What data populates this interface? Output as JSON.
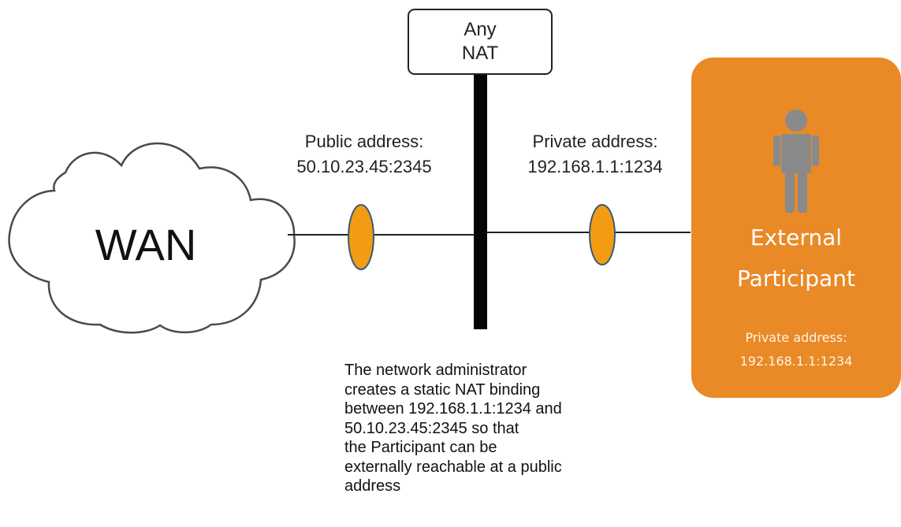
{
  "nat_box": {
    "line1": "Any",
    "line2": "NAT"
  },
  "wan": {
    "label": "WAN"
  },
  "public_address": {
    "line1": "Public address:",
    "line2": "50.10.23.45:2345"
  },
  "private_address": {
    "line1": "Private address:",
    "line2": "192.168.1.1:1234"
  },
  "participant": {
    "name_line1": "External",
    "name_line2": "Participant",
    "address_line1": "Private address:",
    "address_line2": "192.168.1.1:1234"
  },
  "note": {
    "lines": [
      "The network administrator",
      "creates a static NAT binding",
      "between 192.168.1.1:1234 and",
      "50.10.23.45:2345 so that",
      "the Participant can be",
      "externally reachable at a public",
      "address"
    ]
  },
  "colors": {
    "participant_fill": "#e98a27",
    "endpoint_fill": "#f39b12",
    "endpoint_stroke": "#385b7a",
    "person_fill": "#8a8a8a",
    "line_color": "#222222"
  },
  "icons": {
    "participant": "person-icon"
  }
}
